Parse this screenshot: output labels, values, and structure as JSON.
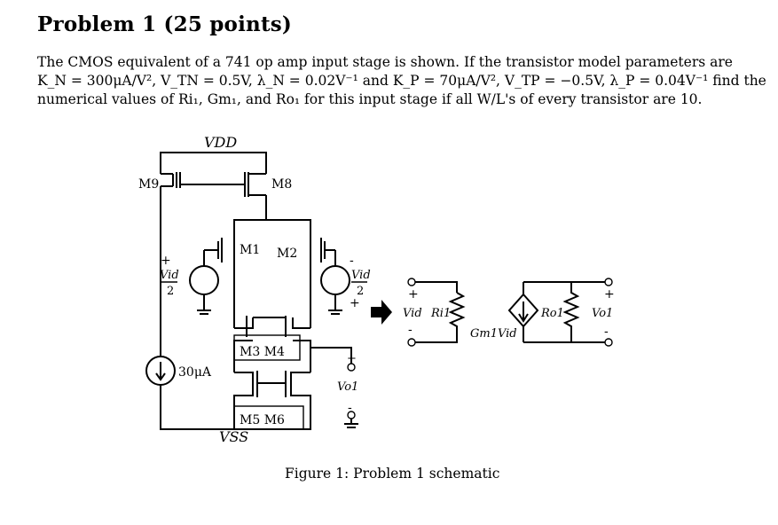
{
  "problem": {
    "title": "Problem 1 (25 points)",
    "text_lines": [
      "The CMOS equivalent of a 741 op amp input stage is shown. If the transistor model parameters are",
      "K_N = 300μA/V², V_TN = 0.5V, λ_N = 0.02V⁻¹ and K_P = 70μA/V², V_TP = −0.5V, λ_P = 0.04V⁻¹ find the",
      "numerical values of Ri₁, Gm₁, and Ro₁ for this input stage if all W/L's of every transistor are 10."
    ]
  },
  "schematic": {
    "vdd": "VDD",
    "vss": "VSS",
    "m9": "M9",
    "m8": "M8",
    "m1": "M1",
    "m2": "M2",
    "m3m4": "M3  M4",
    "m5m6": "M5  M6",
    "vid_left": "Vid",
    "vid_left_den": "2",
    "vid_right": "Vid",
    "vid_right_den": "2",
    "plus": "+",
    "minus": "-",
    "current_source": "30μA",
    "vo1": "Vo1"
  },
  "model": {
    "vid": "Vid",
    "ri": "Ri1",
    "gm": "Gm1Vid",
    "ro": "Ro1",
    "vo1": "Vo1",
    "plus": "+",
    "minus": "-"
  },
  "caption": "Figure 1: Problem 1 schematic"
}
